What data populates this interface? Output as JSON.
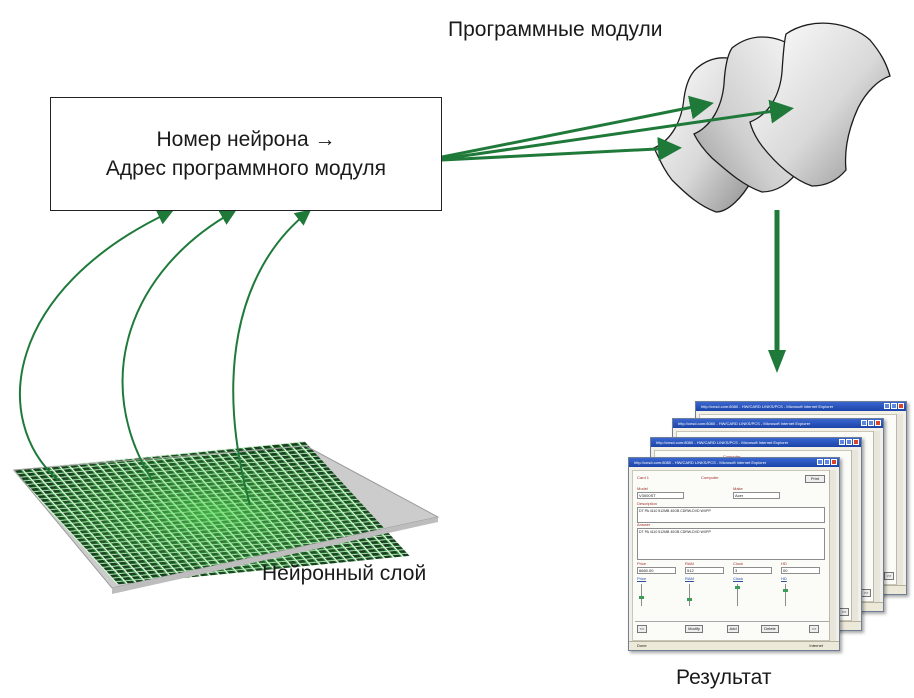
{
  "diagram": {
    "modules_title": "Программные модули",
    "mapping_box": {
      "line1": "Номер нейрона →",
      "line2": "Адрес программного модуля"
    },
    "layer_label": "Нейронный слой",
    "result_label": "Результат"
  },
  "result_windows": {
    "title": "http://cnsd.com:8080 - HW/CARD LINKS/PCS - Microsoft Internet Explorer",
    "form": {
      "card_label": "Card 1",
      "company_label": "Computer",
      "print_button": "Print",
      "model_label": "Model",
      "model_value": "V3000ST",
      "make_label": "Make",
      "make_value": "Acer",
      "description_label": "Description",
      "description_value": "DT PA 4110 512MB 40GB CDRW-DVD WXPP",
      "answer_label": "Answer",
      "answer_value": "DT PA 4110 512MB 40GB CDRW-DVD WXPP",
      "price_label": "Price",
      "price_value": "6660.00",
      "ram_label": "RAM",
      "ram_value": "512",
      "clock_label": "Clock",
      "clock_value": "3",
      "hd_label": "HD",
      "hd_value": "00",
      "buttons": [
        "<<",
        "Modify",
        "Add",
        "Delete",
        ">>"
      ],
      "status_left": "Done",
      "status_right": "Internet"
    }
  },
  "colors": {
    "arrow_green": "#1f7a3a",
    "grid_green": "#3fb24a"
  }
}
